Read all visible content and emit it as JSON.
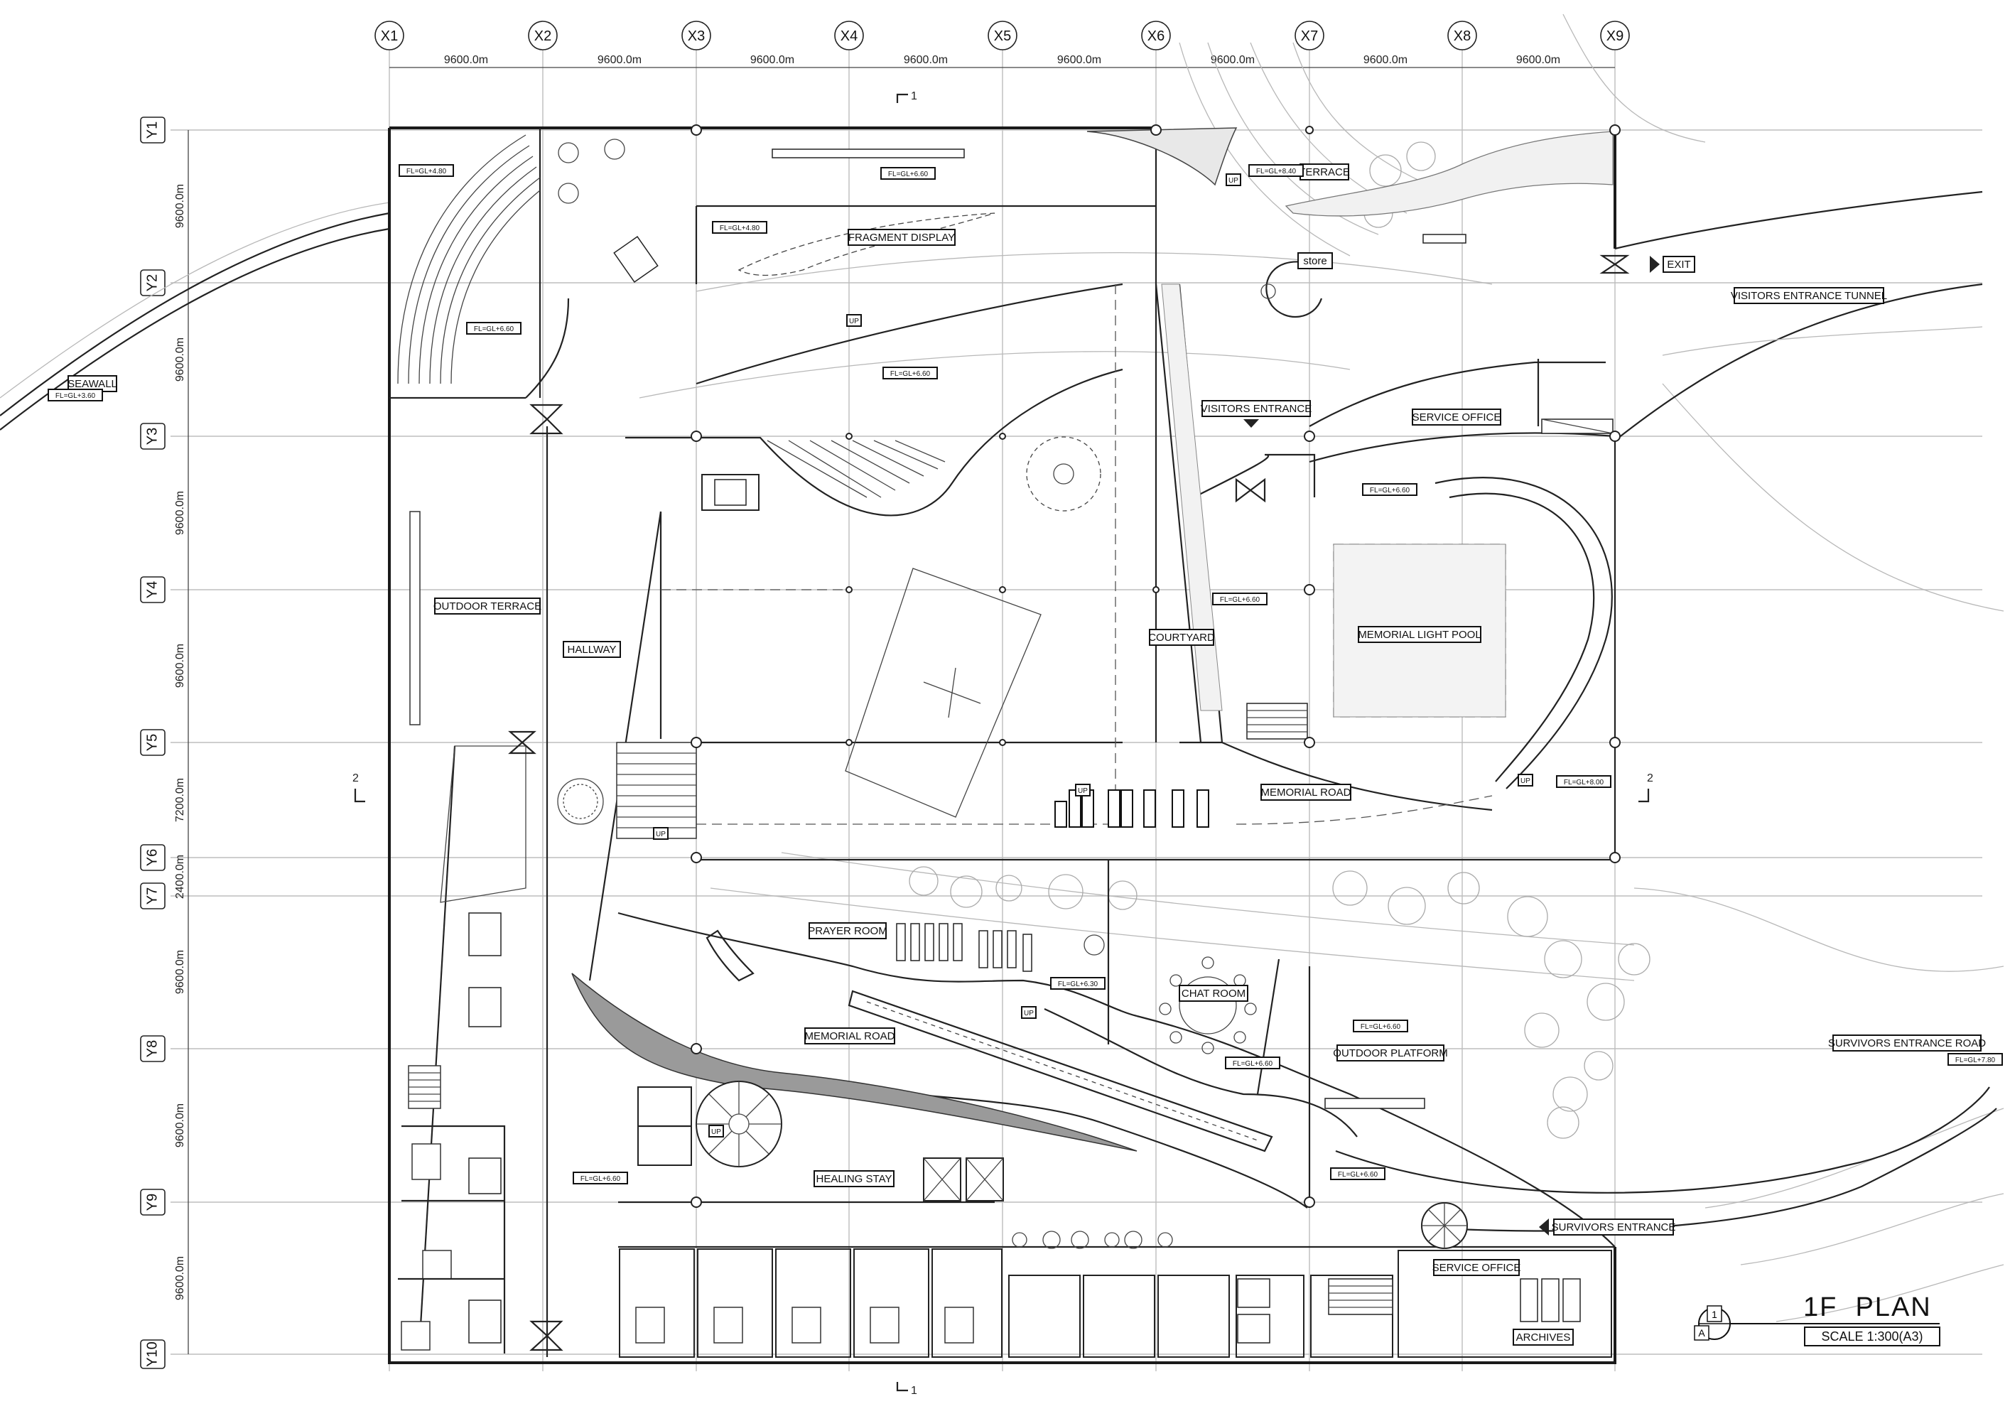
{
  "drawing": {
    "title": "1F  PLAN",
    "scale": "SCALE 1:300(A3)",
    "north_mark_top": "1",
    "north_mark_bottom": "A"
  },
  "grid": {
    "x_axes": [
      "X1",
      "X2",
      "X3",
      "X4",
      "X5",
      "X6",
      "X7",
      "X8",
      "X9"
    ],
    "y_axes": [
      "Y1",
      "Y2",
      "Y3",
      "Y4",
      "Y5",
      "Y6",
      "Y7",
      "Y8",
      "Y9",
      "Y10"
    ],
    "x_dimensions": [
      "9600.0m",
      "9600.0m",
      "9600.0m",
      "9600.0m",
      "9600.0m",
      "9600.0m",
      "9600.0m",
      "9600.0m"
    ],
    "y_dimensions": [
      "9600.0m",
      "9600.0m",
      "9600.0m",
      "9600.0m",
      "7200.0m",
      "2400.0m",
      "9600.0m",
      "9600.0m",
      "9600.0m"
    ]
  },
  "section_marks": {
    "top": "1",
    "bottom": "1",
    "left": "2",
    "right": "2"
  },
  "rooms": {
    "seawall": "SEAWALL",
    "terrace": "TERRACE",
    "fragment_display": "FRAGMENT DISPLAY",
    "store": "store",
    "exit": "EXIT",
    "visitors_entrance_tunnel": "VISITORS ENTRANCE TUNNEL",
    "visitors_entrance": "VISITORS ENTRANCE",
    "service_office_top": "SERVICE OFFICE",
    "outdoor_terrace": "OUTDOOR TERRACE",
    "hallway": "HALLWAY",
    "courtyard": "COURTYARD",
    "memorial_light_pool": "MEMORIAL LIGHT POOL",
    "memorial_road_top": "MEMORIAL ROAD",
    "prayer_room": "PRAYER ROOM",
    "chat_room": "CHAT ROOM",
    "memorial_road_bottom": "MEMORIAL ROAD",
    "outdoor_platform": "OUTDOOR PLATFORM",
    "survivors_entrance_road": "SURVIVORS ENTRANCE ROAD",
    "healing_stay": "HEALING STAY",
    "survivors_entrance": "SURVIVORS ENTRANCE",
    "service_office_bottom": "SERVICE OFFICE",
    "archives": "ARCHIVES"
  },
  "levels": {
    "l1": "FL=GL+4.80",
    "l2": "FL=GL+6.60",
    "l3": "FL=GL+8.40",
    "l4": "FL=GL+4.80",
    "l5": "FL=GL+6.60",
    "l6": "FL=GL+6.60",
    "l7": "FL=GL+3.60",
    "l8": "FL=GL+6.60",
    "l9": "FL=GL+6.60",
    "l10": "FL=GL+8.00",
    "l11": "FL=GL+6.30",
    "l12": "FL=GL+6.60",
    "l13": "FL=GL+6.60",
    "l14": "FL=GL+7.80",
    "l15": "FL=GL+6.60",
    "l16": "FL=GL+6.60"
  },
  "stair_tags": {
    "up1": "UP",
    "up2": "UP",
    "up3": "UP",
    "up4": "UP",
    "up5": "UP",
    "up6": "UP",
    "up7": "UP"
  }
}
